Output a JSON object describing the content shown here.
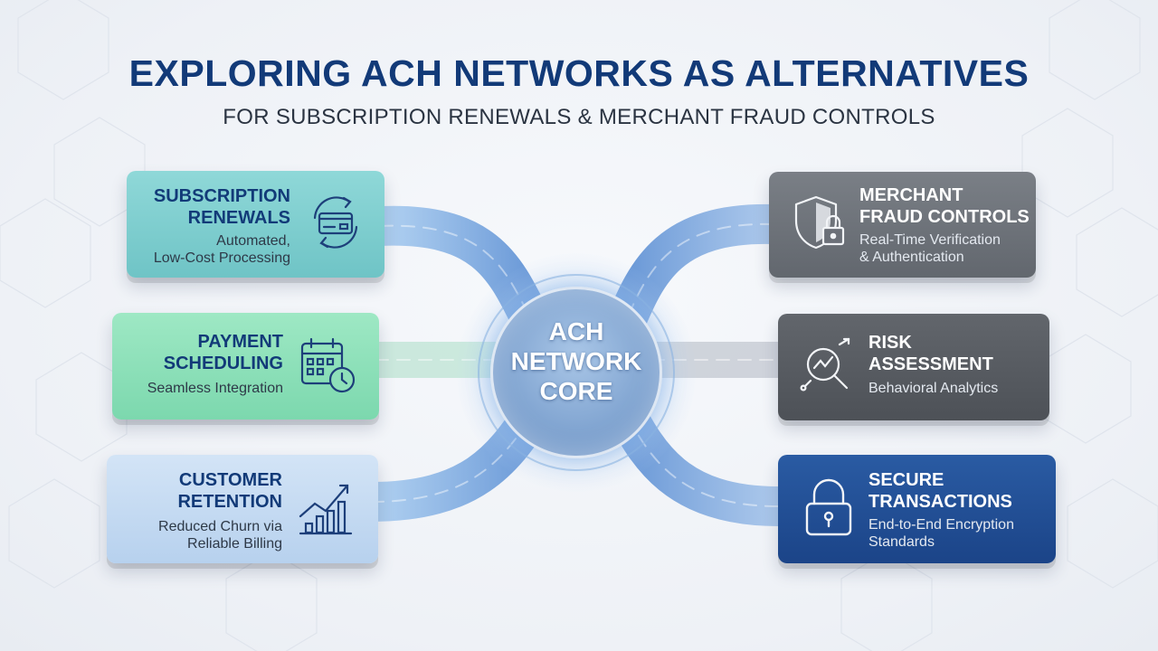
{
  "header": {
    "title": "EXPLORING ACH NETWORKS AS ALTERNATIVES",
    "subtitle": "FOR SUBSCRIPTION RENEWALS & MERCHANT FRAUD CONTROLS"
  },
  "core": {
    "label_lines": [
      "ACH",
      "NETWORK",
      "CORE"
    ]
  },
  "left_cards": [
    {
      "title_lines": [
        "SUBSCRIPTION",
        "RENEWALS"
      ],
      "desc_lines": [
        "Automated,",
        "Low-Cost Processing"
      ],
      "icon": "recurring-card-icon",
      "color": "#7ecfd0"
    },
    {
      "title_lines": [
        "PAYMENT",
        "SCHEDULING"
      ],
      "desc_lines": [
        "Seamless Integration"
      ],
      "icon": "calendar-clock-icon",
      "color": "#8fe0b8"
    },
    {
      "title_lines": [
        "CUSTOMER",
        "RETENTION"
      ],
      "desc_lines": [
        "Reduced Churn via",
        "Reliable Billing"
      ],
      "icon": "growth-chart-icon",
      "color": "#c4dbf3"
    }
  ],
  "right_cards": [
    {
      "title_lines": [
        "MERCHANT",
        "FRAUD CONTROLS"
      ],
      "desc_lines": [
        "Real-Time Verification",
        "& Authentication"
      ],
      "icon": "shield-lock-icon",
      "color": "#6b7078"
    },
    {
      "title_lines": [
        "RISK",
        "ASSESSMENT"
      ],
      "desc_lines": [
        "Behavioral Analytics"
      ],
      "icon": "analytics-magnifier-icon",
      "color": "#55595f"
    },
    {
      "title_lines": [
        "SECURE",
        "TRANSACTIONS"
      ],
      "desc_lines": [
        "End-to-End Encryption",
        "Standards"
      ],
      "icon": "padlock-icon",
      "color": "#1f4f96"
    }
  ],
  "colors": {
    "title": "#123a78",
    "connector": "#5f8fd4",
    "connector_light": "#a9c9ef"
  }
}
